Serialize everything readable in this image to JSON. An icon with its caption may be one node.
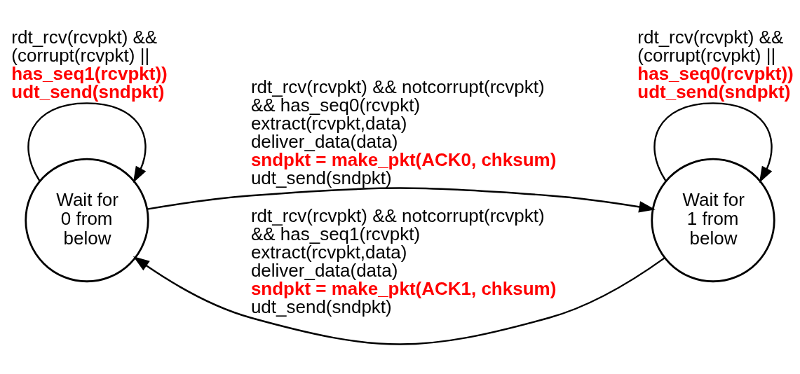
{
  "diagram": {
    "nodes": [
      {
        "text": [
          "Wait for 0 from below"
        ]
      },
      {
        "text": [
          "Wait for 1 from below"
        ]
      }
    ],
    "edges": [
      {
        "from": 0,
        "to": 0,
        "arrow": "to",
        "label": "rdt_rcv(rcvpkt) && (corrupt(rcvpkt) || **has_seq1(rcvpkt))** **udt_send(sndpkt)**"
      },
      {
        "from": 0,
        "to": 1,
        "arrow": "to",
        "label": "rdt_rcv(rcvpkt) && notcorrupt(rcvpkt) && has_seq0(rcvpkt) extract(rcvpkt,data) deliver_data(data) **sndpkt = make_pkt(ACK0, chksum)** udt_send(sndpkt)"
      },
      {
        "from": 1,
        "to": 1,
        "arrow": "to",
        "label": "rdt_rcv(rcvpkt) && (corrupt(rcvpkt) || **has_seq0(rcvpkt))** **udt_send(sndpkt)**"
      },
      {
        "from": 1,
        "to": 0,
        "arrow": "to",
        "label": "rdt_rcv(rcvpkt) && notcorrupt(rcvpkt) && has_seq1(rcvpkt) extract(rcvpkt,data) deliver_data(data) **sndpkt = make_pkt(ACK1, chksum)** udt_send(sndpkt)"
      }
    ]
  }
}
